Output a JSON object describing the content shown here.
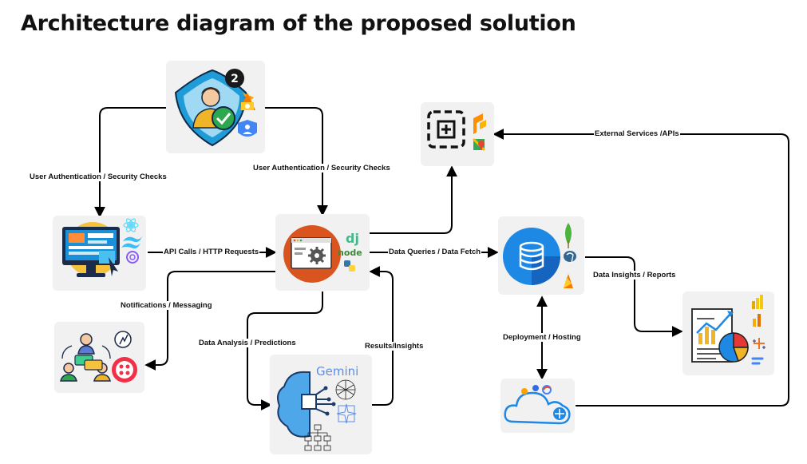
{
  "title": "Architecture diagram of the proposed solution",
  "nodes": {
    "auth": {
      "icon": "user-shield-auth-icon",
      "badge": "2"
    },
    "frontend": {
      "icon": "frontend-monitor-icon"
    },
    "notify": {
      "icon": "messaging-users-icon"
    },
    "backend": {
      "icon": "backend-server-gear-icon",
      "tags": [
        "dj",
        "node"
      ]
    },
    "ai": {
      "icon": "ai-brain-icon",
      "brand": "Gemini"
    },
    "external": {
      "icon": "external-apis-icon"
    },
    "database": {
      "icon": "database-icon"
    },
    "analytics": {
      "icon": "analytics-report-icon"
    },
    "cloud": {
      "icon": "cloud-hosting-icon"
    }
  },
  "edges": {
    "auth_to_frontend": "User Authentication / Security Checks",
    "auth_to_backend": "User Authentication / Security Checks",
    "frontend_to_backend": "API Calls / HTTP Requests",
    "backend_to_notify": "Notifications / Messaging",
    "backend_to_ai": "Data Analysis / Predictions",
    "ai_to_backend": "Results/Insights",
    "backend_to_db": "Data Queries / Data Fetch",
    "db_to_analytics": "Data Insights / Reports",
    "db_to_cloud": "Deployment / Hosting",
    "cloud_to_external": "External Services /APIs"
  },
  "colors": {
    "accent_orange": "#d9541e",
    "db_blue": "#1e88e5",
    "firebase": "#ffa000",
    "node_green": "#3c873a",
    "django_green": "#44b78b"
  }
}
